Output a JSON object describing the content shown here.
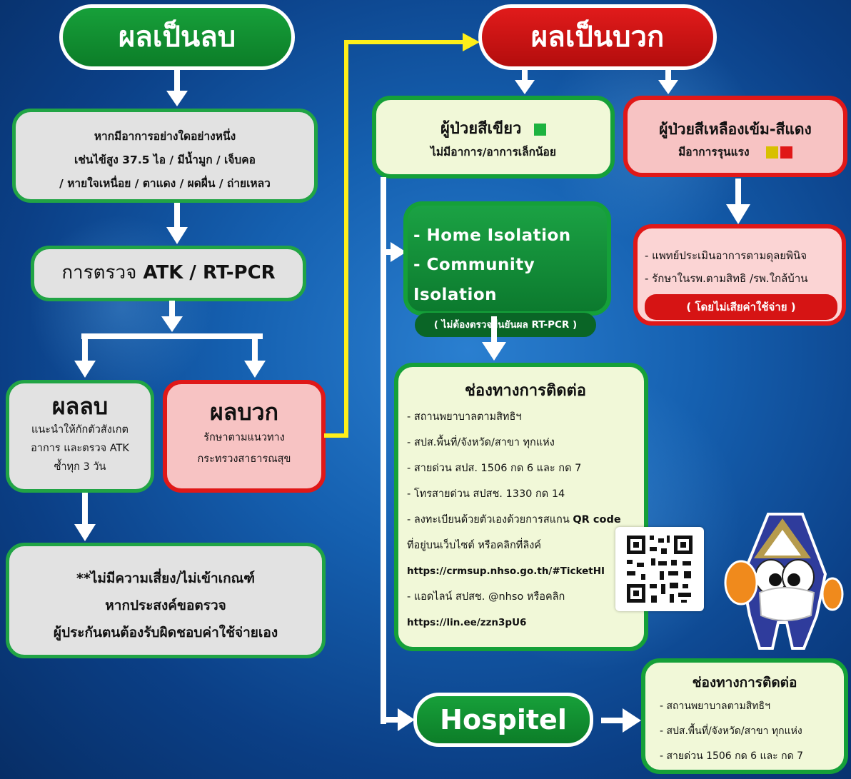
{
  "left": {
    "title": "ผลเป็นลบ",
    "symptoms": {
      "line1": "หากมีอาการอย่างใดอย่างหนึ่ง",
      "line2": "เช่นไข้สูง 37.5 ไอ / มีน้ำมูก / เจ็บคอ",
      "line3": "/ หายใจเหนื่อย / ตาแดง / ผดผื่น / ถ่ายเหลว"
    },
    "test": {
      "prefix": "การตรวจ",
      "name": "ATK / RT-PCR"
    },
    "neg": {
      "title": "ผลลบ",
      "line1": "แนะนำให้กักตัวสังเกต",
      "line2": "อาการ และตรวจ ATK",
      "line3": "ซ้ำทุก 3 วัน"
    },
    "pos": {
      "title": "ผลบวก",
      "line1": "รักษาตามแนวทาง",
      "line2": "กระทรวงสาธารณสุข"
    },
    "norisk": {
      "line1": "**ไม่มีความเสี่ยง/ไม่เข้าเกณฑ์",
      "line2": "หากประสงค์ขอตรวจ",
      "line3": "ผู้ประกันตนต้องรับผิดชอบค่าใช้จ่ายเอง"
    }
  },
  "right": {
    "title": "ผลเป็นบวก",
    "green": {
      "title": "ผู้ป่วยสีเขียว",
      "sub": "ไม่มีอาการ/อาการเล็กน้อย",
      "color": "#1db33f"
    },
    "severe": {
      "title": "ผู้ป่วยสีเหลืองเข้ม-สีแดง",
      "sub": "มีอาการรุนแรง",
      "color1": "#d8c000",
      "color2": "#e01818"
    },
    "isolation": {
      "item1": "- Home Isolation",
      "item2": "- Community Isolation",
      "note": "( ไม่ต้องตรวจยืนยันผล RT-PCR )"
    },
    "treatment": {
      "item1": "- แพทย์ประเมินอาการตามดุลยพินิจ",
      "item2": "- รักษาในรพ.ตามสิทธิ /รพ.ใกล้บ้าน",
      "note": "( โดยไม่เสียค่าใช้จ่าย )"
    },
    "contact": {
      "title": "ช่องทางการติดต่อ",
      "i1": "- สถานพยาบาลตามสิทธิฯ",
      "i2": "- สปส.พื้นที่/จังหวัด/สาขา ทุกแห่ง",
      "i3": "- สายด่วน สปส. 1506 กด 6 และ กด 7",
      "i4": "- โทรสายด่วน สปสช. 1330 กด 14",
      "i5a": "- ลงทะเบียนด้วยตัวเองด้วยการสแกน",
      "i5b": "QR code",
      "i5c": "ที่อยู่บนเว็บไซต์ หรือคลิกที่ลิงค์",
      "url1": "https://crmsup.nhso.go.th/#TicketHI",
      "i6": "- แอดไลน์ สปสช. @nhso หรือคลิก",
      "url2": "https://lin.ee/zzn3pU6"
    },
    "hospitel": "Hospitel",
    "contact2": {
      "title": "ช่องทางการติดต่อ",
      "i1": "- สถานพยาบาลตามสิทธิฯ",
      "i2": "- สปส.พื้นที่/จังหวัด/สาขา ทุกแห่ง",
      "i3": "- สายด่วน 1506 กด 6 และ กด 7"
    }
  },
  "icons": [
    "arrow-down-icon",
    "arrow-right-icon",
    "qr-code-icon",
    "mascot-icon"
  ]
}
